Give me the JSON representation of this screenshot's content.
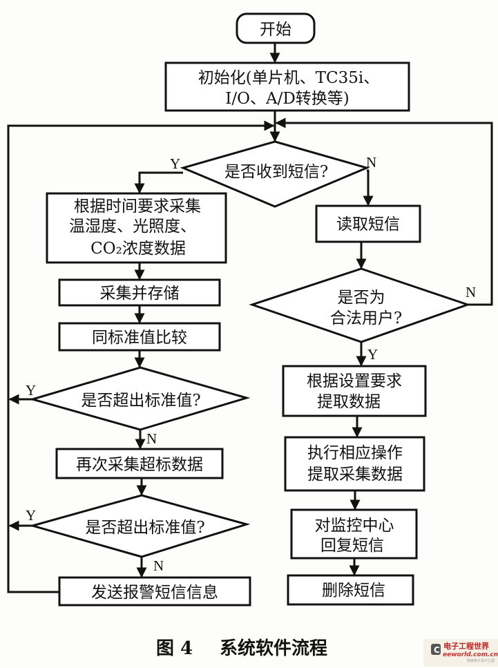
{
  "figure": {
    "caption_number": "图 4",
    "caption_title": "系统软件流程"
  },
  "nodes": {
    "start": "开始",
    "init": [
      "初始化(单片机、TC35i、",
      "I/O、A/D转换等)"
    ],
    "decision_sms": "是否收到短信?",
    "collect_by_time": [
      "根据时间要求采集",
      "温湿度、光照度、",
      "CO₂浓度数据"
    ],
    "collect_store": "采集并存储",
    "compare_standard": "同标准值比较",
    "decision_exceed_1": "是否超出标准值?",
    "recollect": "再次采集超标数据",
    "decision_exceed_2": "是否超出标准值?",
    "send_alarm": "发送报警短信信息",
    "read_sms": "读取短信",
    "decision_legal_user": [
      "是否为",
      "合法用户?"
    ],
    "extract_by_setting": [
      "根据设置要求",
      "提取数据"
    ],
    "execute_op": [
      "执行相应操作",
      "提取采集数据"
    ],
    "reply_center": [
      "对监控中心",
      "回复短信"
    ],
    "delete_sms": "删除短信"
  },
  "branch_labels": {
    "yes": "Y",
    "no": "N"
  },
  "watermark": {
    "name": "电子工程世界",
    "site": "eeworld.com.cn",
    "slogan": "权威电子设计之源"
  }
}
